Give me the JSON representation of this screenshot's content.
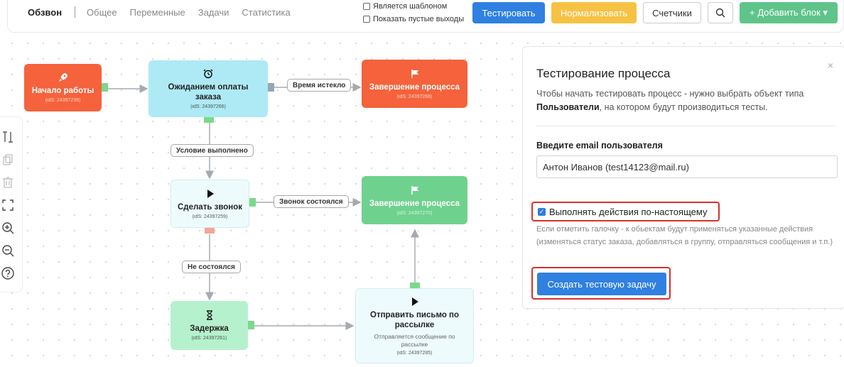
{
  "nav": {
    "active": "Обзвон",
    "tabs": [
      "Общее",
      "Переменные",
      "Задачи",
      "Статистика"
    ]
  },
  "options": {
    "is_template": "Является шаблоном",
    "show_empty_exits": "Показать пустые выходы"
  },
  "toolbar": {
    "test": "Тестировать",
    "normalize": "Нормализовать",
    "counters": "Счетчики",
    "add_block": "+ Добавить блок ▾"
  },
  "nodes": {
    "start": {
      "title": "Начало работы",
      "ids": "(idS: 24397239)"
    },
    "wait": {
      "title": "Ожиданием оплаты заказа",
      "ids": "(idS: 24397266)"
    },
    "end1": {
      "title": "Завершение процесса",
      "ids": "(idS: 24397268)"
    },
    "call": {
      "title": "Сделать звонок",
      "ids": "(idS: 24397259)"
    },
    "end2": {
      "title": "Завершение процесса",
      "ids": "(idS: 24397270)"
    },
    "delay": {
      "title": "Задержка",
      "ids": "(idS: 24397261)"
    },
    "email": {
      "title": "Отправить письмо по рассылке",
      "sub": "Отправляется сообщение по рассылке",
      "ids": "(idS: 24397285)"
    }
  },
  "edges": {
    "time_out": "Время истекло",
    "condition_met": "Условие выполнено",
    "call_done": "Звонок состоялся",
    "call_not_done": "Не состоялся"
  },
  "panel": {
    "title": "Тестирование процесса",
    "desc_pre": "Чтобы начать тестировать процесс - нужно выбрать объект типа ",
    "desc_bold": "Пользователи",
    "desc_post": ", на котором будут производиться тесты.",
    "email_label": "Введите email пользователя",
    "email_value": "Антон Иванов (test14123@mail.ru)",
    "real_actions": "Выполнять действия по-настоящему",
    "hint": "Если отметить галочку - к обьектам будут применяться указанные действия (изменяться статус заказа, добавляться в группу, отправляться сообщения и т.п.)",
    "create": "Создать тестовую задачу",
    "close": "×"
  }
}
